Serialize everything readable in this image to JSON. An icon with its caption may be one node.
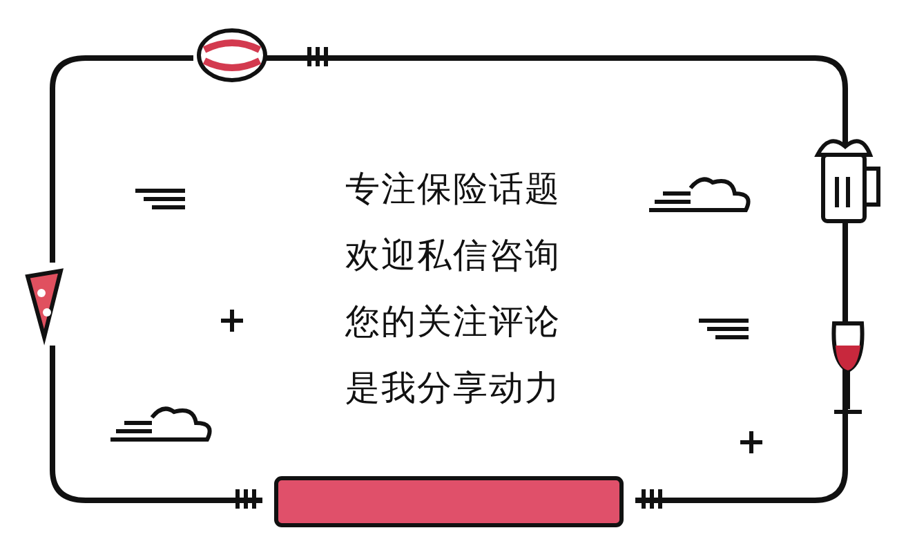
{
  "diagram": {
    "labels": [
      "专注保险话题",
      "欢迎私信咨询",
      "您的关注评论",
      "是我分享动力"
    ]
  }
}
